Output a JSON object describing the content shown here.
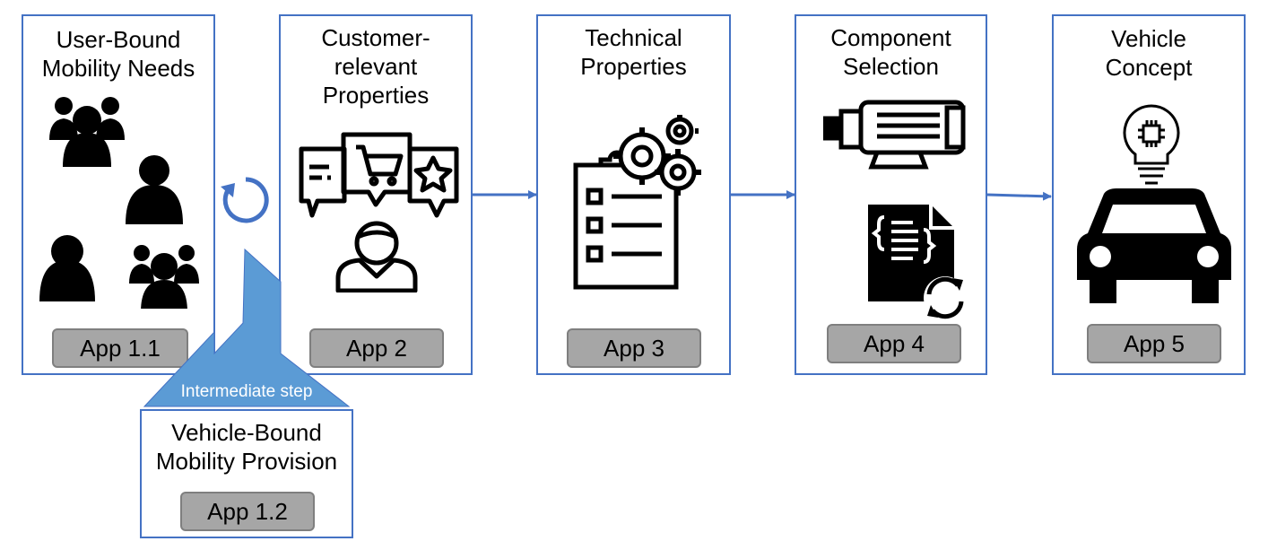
{
  "colors": {
    "border": "#4472c4",
    "arrow": "#4472c4",
    "intermediate_fill": "#5b9bd5",
    "app_fill": "#a6a6a6"
  },
  "steps": [
    {
      "title": "User-Bound\nMobility Needs",
      "app": "App 1.1",
      "icon": "people-group-icon"
    },
    {
      "title": "Customer-\nrelevant\nProperties",
      "app": "App 2",
      "icon": "customer-feedback-icon"
    },
    {
      "title": "Technical\nProperties",
      "app": "App 3",
      "icon": "checklist-gears-icon"
    },
    {
      "title": "Component\nSelection",
      "app": "App 4",
      "icon": "electric-motor-icon"
    },
    {
      "title": "Vehicle\nConcept",
      "app": "App 5",
      "icon": "car-icon"
    }
  ],
  "intermediate": {
    "label": "Intermediate step",
    "title": "Vehicle-Bound\nMobility Provision",
    "app": "App 1.2"
  }
}
